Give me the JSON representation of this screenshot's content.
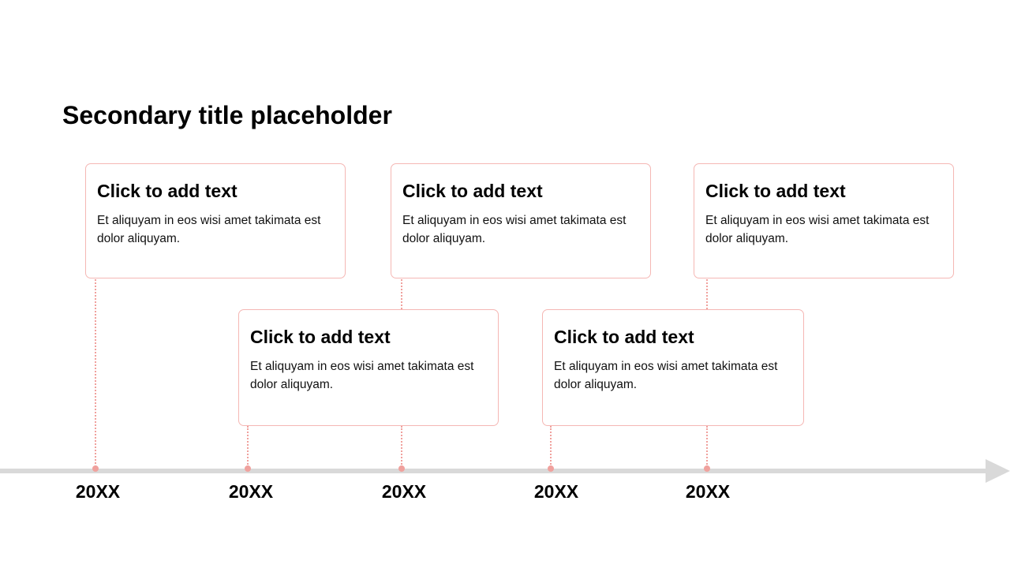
{
  "slide": {
    "title": "Secondary title placeholder"
  },
  "cards": [
    {
      "title": "Click to add text",
      "body": "Et aliquyam in eos wisi amet takimata est dolor aliquyam."
    },
    {
      "title": "Click to add text",
      "body": "Et aliquyam in eos wisi amet takimata est dolor aliquyam."
    },
    {
      "title": "Click to add text",
      "body": "Et aliquyam in eos wisi amet takimata est dolor aliquyam."
    },
    {
      "title": "Click to add text",
      "body": "Et aliquyam in eos wisi amet takimata est dolor aliquyam."
    },
    {
      "title": "Click to add text",
      "body": "Et aliquyam in eos wisi amet takimata est dolor aliquyam."
    }
  ],
  "timeline": {
    "years": [
      "20XX",
      "20XX",
      "20XX",
      "20XX",
      "20XX"
    ]
  },
  "colors": {
    "accent": "#f0a19d",
    "card_border": "#f5b7b4",
    "axis": "#d9d9d9",
    "text": "#000000"
  }
}
